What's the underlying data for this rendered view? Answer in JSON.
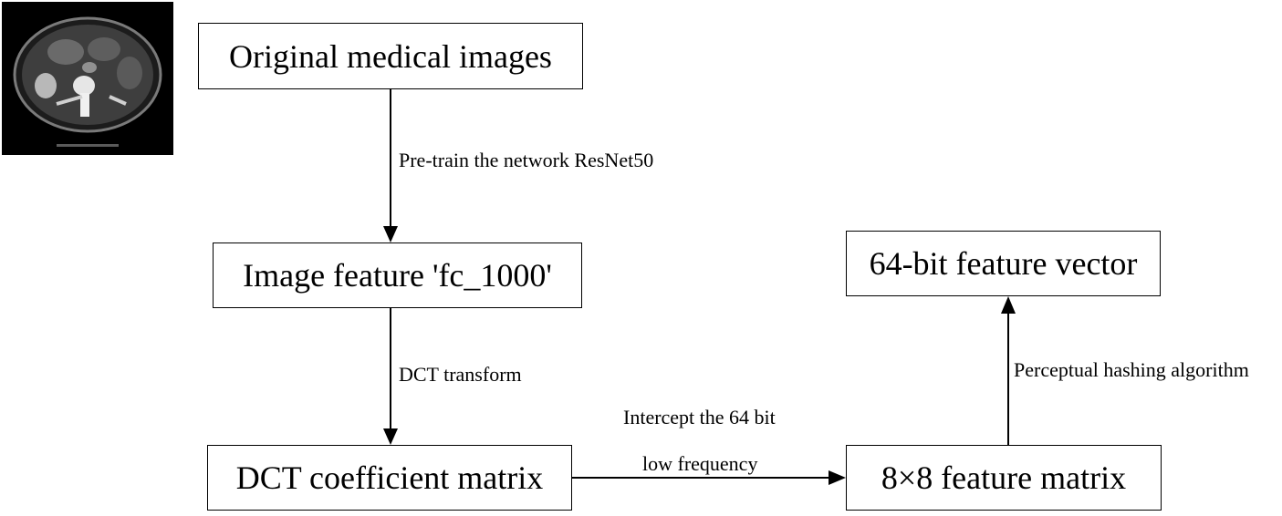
{
  "thumbnail": {
    "icon": "ct-scan-image"
  },
  "boxes": {
    "original": "Original medical images",
    "feature": "Image feature 'fc_1000'",
    "dct_matrix": "DCT coefficient matrix",
    "vector": "64-bit feature vector",
    "matrix_8x8": "8×8 feature matrix"
  },
  "edges": {
    "pretrain": "Pre-train the network ResNet50",
    "dct_transform": "DCT transform",
    "intercept_line1": "Intercept the 64 bit",
    "intercept_line2": "low frequency",
    "hashing": "Perceptual hashing algorithm"
  },
  "colors": {
    "stroke": "#000000",
    "background": "#ffffff"
  }
}
